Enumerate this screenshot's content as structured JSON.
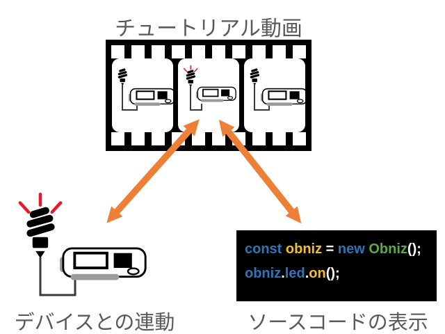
{
  "title": "チュートリアル動画",
  "film_strip": {
    "description": "film-strip-with-three-frames",
    "frames": [
      {
        "bulb_state": "off",
        "icons": [
          "cfl-bulb-icon",
          "obniz-board-icon"
        ]
      },
      {
        "bulb_state": "lit",
        "icons": [
          "cfl-bulb-icon",
          "obniz-board-icon"
        ]
      },
      {
        "bulb_state": "off",
        "icons": [
          "cfl-bulb-icon",
          "obniz-board-icon"
        ]
      }
    ]
  },
  "arrows": {
    "style": "double-headed",
    "left": {
      "from": "film-strip-center-frame",
      "to": "device-illustration"
    },
    "right": {
      "from": "film-strip-center-frame",
      "to": "code-block"
    }
  },
  "device_panel": {
    "label": "デバイスとの連動",
    "bulb_state": "lit",
    "icons": [
      "cfl-bulb-icon",
      "obniz-board-icon",
      "wire"
    ]
  },
  "code_panel": {
    "label": "ソースコードの表示",
    "lines": [
      {
        "tokens": [
          {
            "text": "const ",
            "color": "blue"
          },
          {
            "text": "obniz ",
            "color": "yellow"
          },
          {
            "text": "= ",
            "color": "white"
          },
          {
            "text": "new ",
            "color": "blue"
          },
          {
            "text": "Obniz",
            "color": "green"
          },
          {
            "text": "();",
            "color": "white"
          }
        ]
      },
      {
        "tokens": [
          {
            "text": "obniz",
            "color": "blue"
          },
          {
            "text": ".",
            "color": "white"
          },
          {
            "text": "led",
            "color": "blue"
          },
          {
            "text": ".",
            "color": "white"
          },
          {
            "text": "on",
            "color": "yellow"
          },
          {
            "text": "();",
            "color": "white"
          }
        ]
      }
    ]
  },
  "colors": {
    "accent_orange": "#ED8036",
    "code_blue": "#2E75B6",
    "code_yellow": "#F2C027",
    "code_green": "#5FA848",
    "code_white": "#FFFFFF",
    "code_bg": "#000000",
    "label_gray": "#595959",
    "ray_red": "#E8192C",
    "board_gray": "#9B9B9B"
  }
}
